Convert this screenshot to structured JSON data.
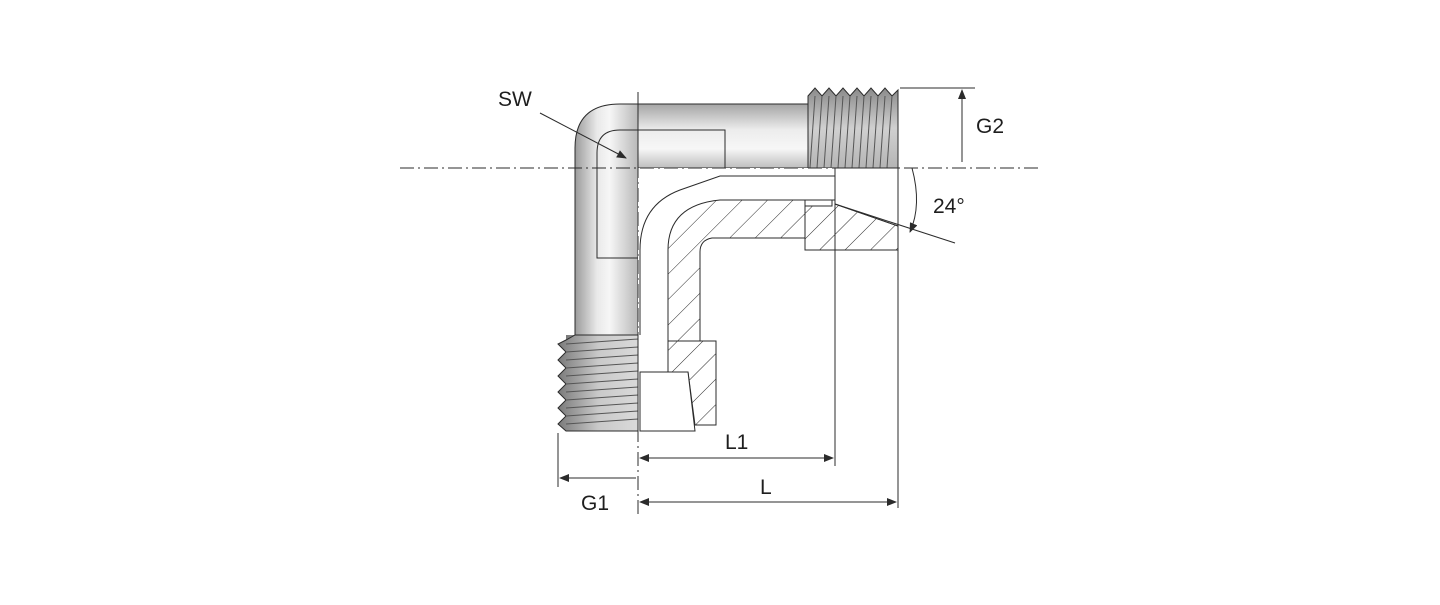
{
  "diagram": {
    "labels": {
      "wrench_size": "SW",
      "thread_g2": "G2",
      "cone_angle": "24°",
      "length_l1": "L1",
      "thread_g1": "G1",
      "length_l": "L"
    },
    "colors": {
      "line": "#2b2b2b",
      "body_light": "#f2f2f2",
      "body_dark": "#a9a9a9",
      "thread_dark": "#8c8c8c",
      "background": "#ffffff"
    }
  }
}
